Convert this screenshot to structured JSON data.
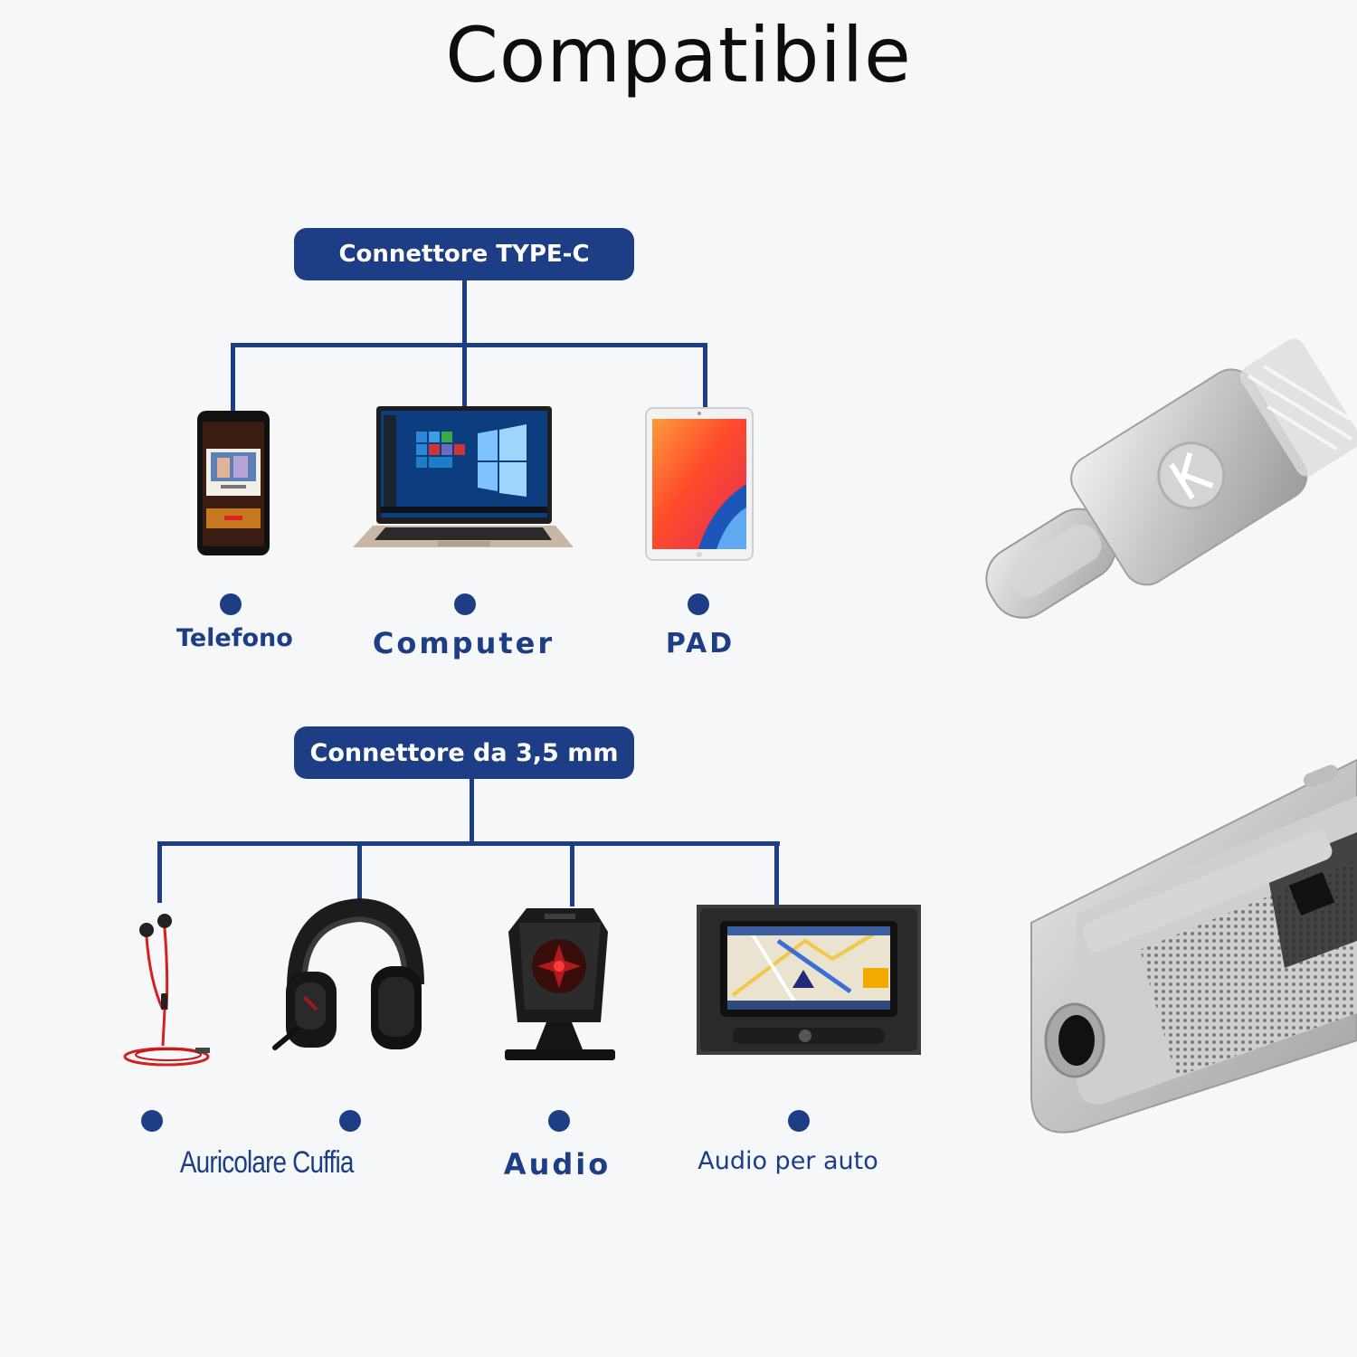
{
  "title": "Compatibile",
  "groups": [
    {
      "connector": "Connettore TYPE-C",
      "devices": [
        "Telefono",
        "Computer",
        "PAD"
      ]
    },
    {
      "connector": "Connettore da 3,5 mm",
      "devices": [
        "Auricolare Cuffia",
        "Audio",
        "Audio per auto"
      ]
    }
  ],
  "colors": {
    "accent": "#1d3e85",
    "background": "#f6f7f8",
    "title": "#0d0d0d"
  },
  "icons": [
    "smartphone-icon",
    "laptop-icon",
    "tablet-icon",
    "earphones-icon",
    "headset-icon",
    "speaker-icon",
    "car-navigation-icon",
    "usb-c-adapter-icon",
    "audio-jack-adapter-icon"
  ]
}
